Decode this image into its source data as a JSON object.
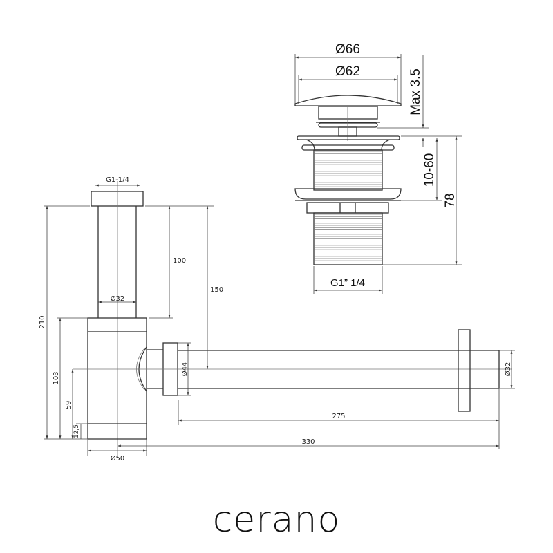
{
  "brand": "cerano",
  "siphon": {
    "inlet_thread": "G1-1/4",
    "height_total": "210",
    "height_body": "103",
    "height_outlet_axis": "59",
    "height_bottom_band": "12,5",
    "body_diameter": "Ø50",
    "pipe_diameter": "Ø32",
    "upper_pipe_length": "100",
    "outlet_height": "150",
    "flange_diameter": "Ø44",
    "outlet_pipe_diameter": "Ø32",
    "outlet_length": "275",
    "total_length": "330"
  },
  "waste": {
    "cap_outer": "Ø66",
    "cap_inner": "Ø62",
    "cap_max_height": "Max 3.5",
    "counter_thickness": "10-60",
    "total_height": "78",
    "thread": "G1” 1/4"
  }
}
